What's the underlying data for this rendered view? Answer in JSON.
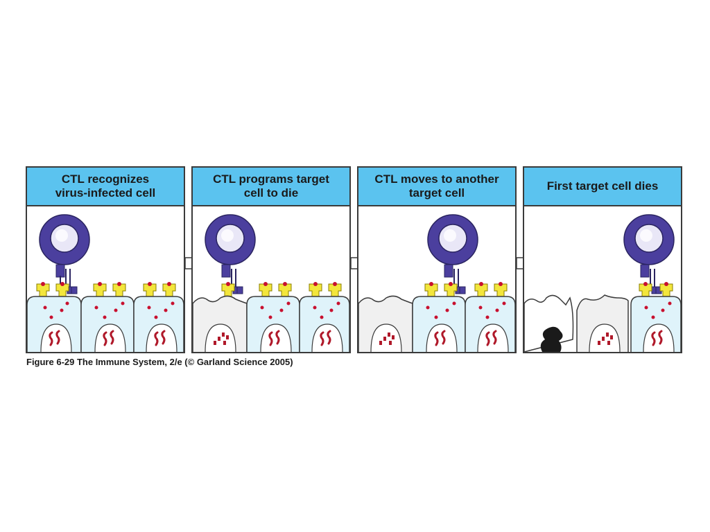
{
  "panels": [
    {
      "title": "CTL recognizes\nvirus-infected cell"
    },
    {
      "title": "CTL programs target\ncell to die"
    },
    {
      "title": "CTL moves to another\ntarget cell"
    },
    {
      "title": "First target cell dies"
    }
  ],
  "caption": "Figure 6-29 The Immune System, 2/e (© Garland Science 2005)",
  "colors": {
    "header": "#5bc3ef",
    "ctl": "#4b3f9e",
    "cell_cytoplasm": "#dff3fa",
    "programmed_cell": "#f0f0f0",
    "mhc": "#f3e63c",
    "peptide": "#c8102e",
    "viral_dna": "#b0192a",
    "dead_cell": "#1a1a1a"
  }
}
